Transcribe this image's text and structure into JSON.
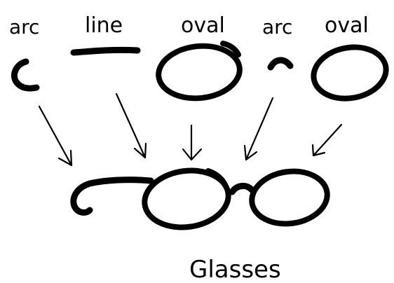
{
  "labels": {
    "arc_left": "arc",
    "line": "line",
    "oval_left": "oval",
    "arc_right": "arc",
    "oval_right": "oval",
    "result": "Glasses"
  },
  "colors": {
    "ink": "#000000",
    "background": "#ffffff"
  }
}
